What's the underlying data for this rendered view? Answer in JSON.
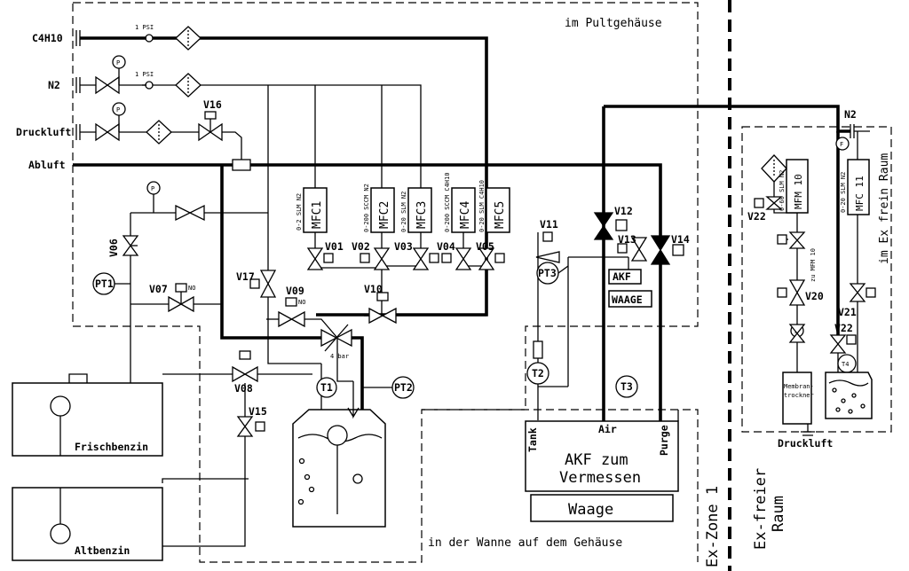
{
  "zones": {
    "pult": "im Pultgehäuse",
    "wanne": "in der Wanne auf dem Gehäuse",
    "exzone": "Ex-Zone 1",
    "exfrei_line1": "Ex-freier",
    "exfrei_line2": "Raum",
    "imexfrei": "im Ex frein Raum"
  },
  "inlets": {
    "c4h10": "C4H10",
    "n2": "N2",
    "druckluft": "Druckluft",
    "abluft": "Abluft",
    "psi1": "1 PSI",
    "psi2": "1 PSI",
    "n2_right": "N2"
  },
  "mfc": {
    "mfc1": "MFC1",
    "mfc2": "MFC2",
    "mfc3": "MFC3",
    "mfc4": "MFC4",
    "mfc5": "MFC5",
    "mfm10": "MFM 10",
    "mfc11": "MFC 11",
    "r1": "0-2 SLM N2",
    "r2": "0-200 SCCM N2",
    "r3": "0-20 SLM N2",
    "r4": "0-200 SCCM C4H10",
    "r5": "0-20 SLM C4H10",
    "r10": "0-60 SLM N2",
    "r11": "0-20 SLM N2",
    "zumfm": "zu MFM 10"
  },
  "valves": {
    "v01": "V01",
    "v02": "V02",
    "v03": "V03",
    "v04": "V04",
    "v05": "V05",
    "v06": "V06",
    "v07": "V07",
    "v08": "V08",
    "v09": "V09",
    "v10": "V10",
    "v11": "V11",
    "v12": "V12",
    "v13": "V13",
    "v14": "V14",
    "v15": "V15",
    "v16": "V16",
    "v17": "V17",
    "v20": "V20",
    "v21": "V21",
    "v22a": "V22",
    "v22b": "V22",
    "no1": "NO",
    "no2": "NO"
  },
  "sensors": {
    "pt1": "PT1",
    "pt2": "PT2",
    "pt3": "PT3",
    "t1": "T1",
    "t2": "T2",
    "t3": "T3",
    "t4": "T4",
    "p": "P",
    "f": "F",
    "bar": "4 bar"
  },
  "tanks": {
    "frisch": "Frischbenzin",
    "alt": "Altbenzin",
    "akf_line1": "AKF zum",
    "akf_line2": "Vermessen",
    "waage": "Waage",
    "akf_small": "AKF",
    "waage_small": "WAAGE",
    "tank": "Tank",
    "air": "Air",
    "purge": "Purge",
    "membran1": "Membran-",
    "membran2": "trockner",
    "druckluft_bottom": "Druckluft"
  }
}
